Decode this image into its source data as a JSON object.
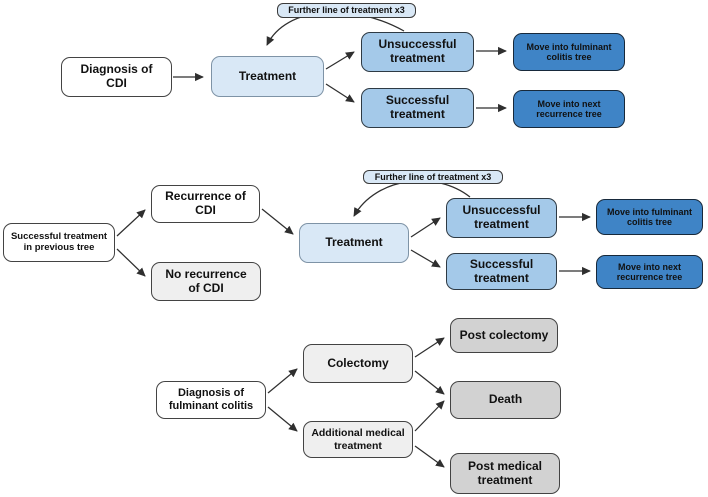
{
  "figure": {
    "description": "Three CDI treatment decision trees",
    "colors": {
      "node_white": "#ffffff",
      "node_light_blue": "#d9e8f6",
      "node_mid_blue": "#a4c9e9",
      "node_dark_blue": "#3f84c6",
      "node_light_gray": "#efefef",
      "node_mid_gray": "#d2d2d2",
      "border_dark": "#434343",
      "arrow": "#2f2f2f"
    }
  },
  "tree_initial": {
    "loop_label": "Further line of treatment x3",
    "diagnosis": "Diagnosis of CDI",
    "treatment": "Treatment",
    "unsuccessful": "Unsuccessful treatment",
    "successful": "Successful treatment",
    "move_fulminant": "Move into fulminant colitis tree",
    "move_next": "Move into next recurrence tree"
  },
  "tree_recurrence": {
    "loop_label": "Further line of treatment x3",
    "previous": "Successful treatment in previous tree",
    "recurrence": "Recurrence of CDI",
    "no_recurrence": "No recurrence of CDI",
    "treatment": "Treatment",
    "unsuccessful": "Unsuccessful treatment",
    "successful": "Successful treatment",
    "move_fulminant": "Move into fulminant colitis tree",
    "move_next": "Move into next recurrence tree"
  },
  "tree_fulminant": {
    "diagnosis": "Diagnosis of fulminant colitis",
    "colectomy": "Colectomy",
    "additional_medical": "Additional medical treatment",
    "post_colectomy": "Post colectomy",
    "death": "Death",
    "post_medical": "Post medical treatment"
  }
}
